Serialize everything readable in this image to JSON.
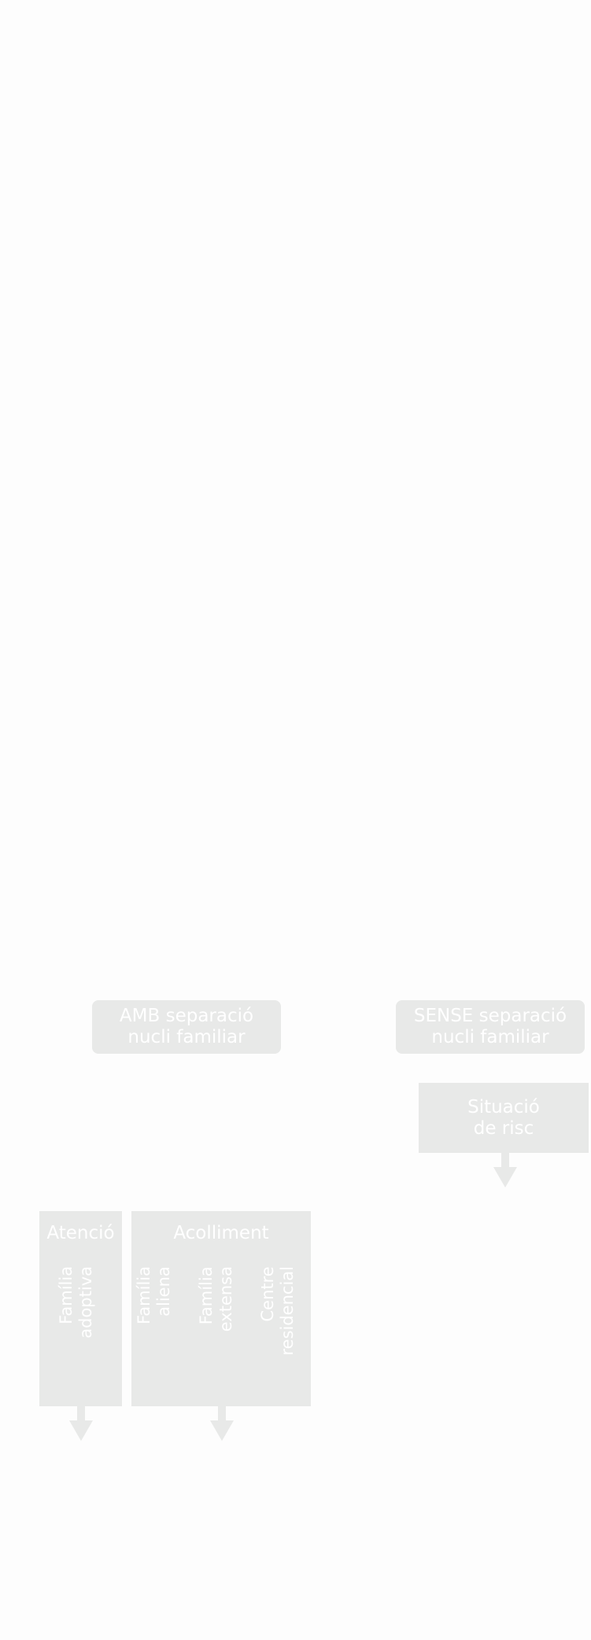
{
  "diagram": {
    "amb": {
      "line1": "AMB separació",
      "line2": "nucli familiar"
    },
    "sense": {
      "line1": "SENSE separació",
      "line2": "nucli familiar"
    },
    "risc": {
      "line1": "Situació",
      "line2": "de risc"
    },
    "atencio": {
      "title": "Atenció",
      "items": [
        {
          "line1": "Família",
          "line2": "adoptiva"
        }
      ]
    },
    "acolliment": {
      "title": "Acolliment",
      "items": [
        {
          "line1": "Família",
          "line2": "aliena"
        },
        {
          "line1": "Família",
          "line2": "extensa"
        },
        {
          "line1": "Centre",
          "line2": "residencial"
        }
      ]
    }
  },
  "colors": {
    "background": "#fdfdfd",
    "box": "#e8e9e8",
    "text": "#ffffff"
  }
}
